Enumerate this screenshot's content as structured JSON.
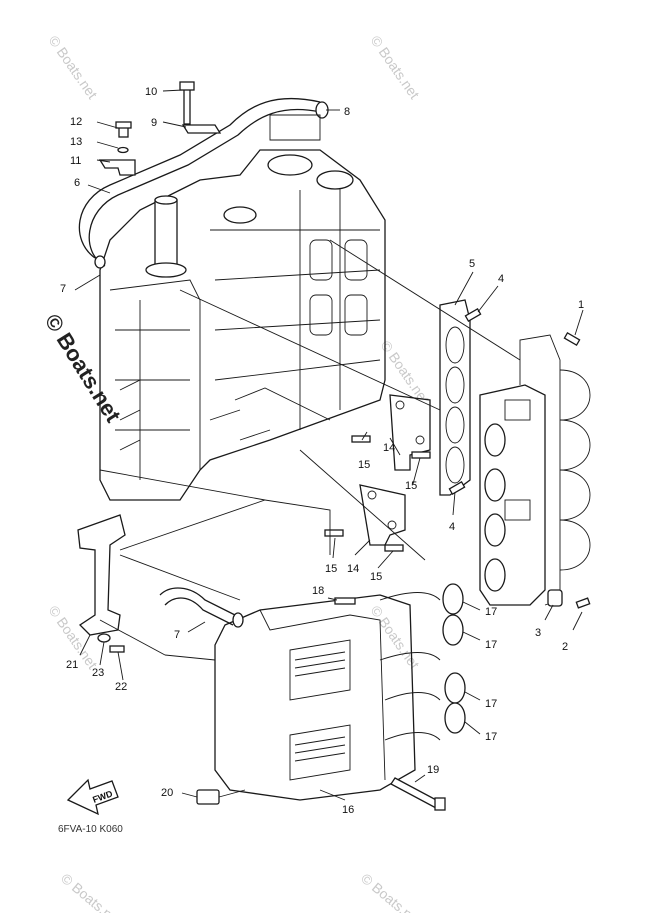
{
  "callouts": [
    {
      "id": "1",
      "label": "1"
    },
    {
      "id": "2",
      "label": "2"
    },
    {
      "id": "3",
      "label": "3"
    },
    {
      "id": "4a",
      "label": "4"
    },
    {
      "id": "4b",
      "label": "4"
    },
    {
      "id": "5",
      "label": "5"
    },
    {
      "id": "6",
      "label": "6"
    },
    {
      "id": "7a",
      "label": "7"
    },
    {
      "id": "7b",
      "label": "7"
    },
    {
      "id": "8",
      "label": "8"
    },
    {
      "id": "9",
      "label": "9"
    },
    {
      "id": "10",
      "label": "10"
    },
    {
      "id": "11",
      "label": "11"
    },
    {
      "id": "12",
      "label": "12"
    },
    {
      "id": "13",
      "label": "13"
    },
    {
      "id": "14a",
      "label": "14"
    },
    {
      "id": "14b",
      "label": "14"
    },
    {
      "id": "15a",
      "label": "15"
    },
    {
      "id": "15b",
      "label": "15"
    },
    {
      "id": "15c",
      "label": "15"
    },
    {
      "id": "15d",
      "label": "15"
    },
    {
      "id": "16",
      "label": "16"
    },
    {
      "id": "17a",
      "label": "17"
    },
    {
      "id": "17b",
      "label": "17"
    },
    {
      "id": "17c",
      "label": "17"
    },
    {
      "id": "17d",
      "label": "17"
    },
    {
      "id": "18",
      "label": "18"
    },
    {
      "id": "19",
      "label": "19"
    },
    {
      "id": "20",
      "label": "20"
    },
    {
      "id": "21",
      "label": "21"
    },
    {
      "id": "22",
      "label": "22"
    },
    {
      "id": "23",
      "label": "23"
    }
  ],
  "watermark": {
    "text": "© Boats.net"
  },
  "fwd_label": "FWD",
  "diagram_code": "6FVA-10 K060"
}
